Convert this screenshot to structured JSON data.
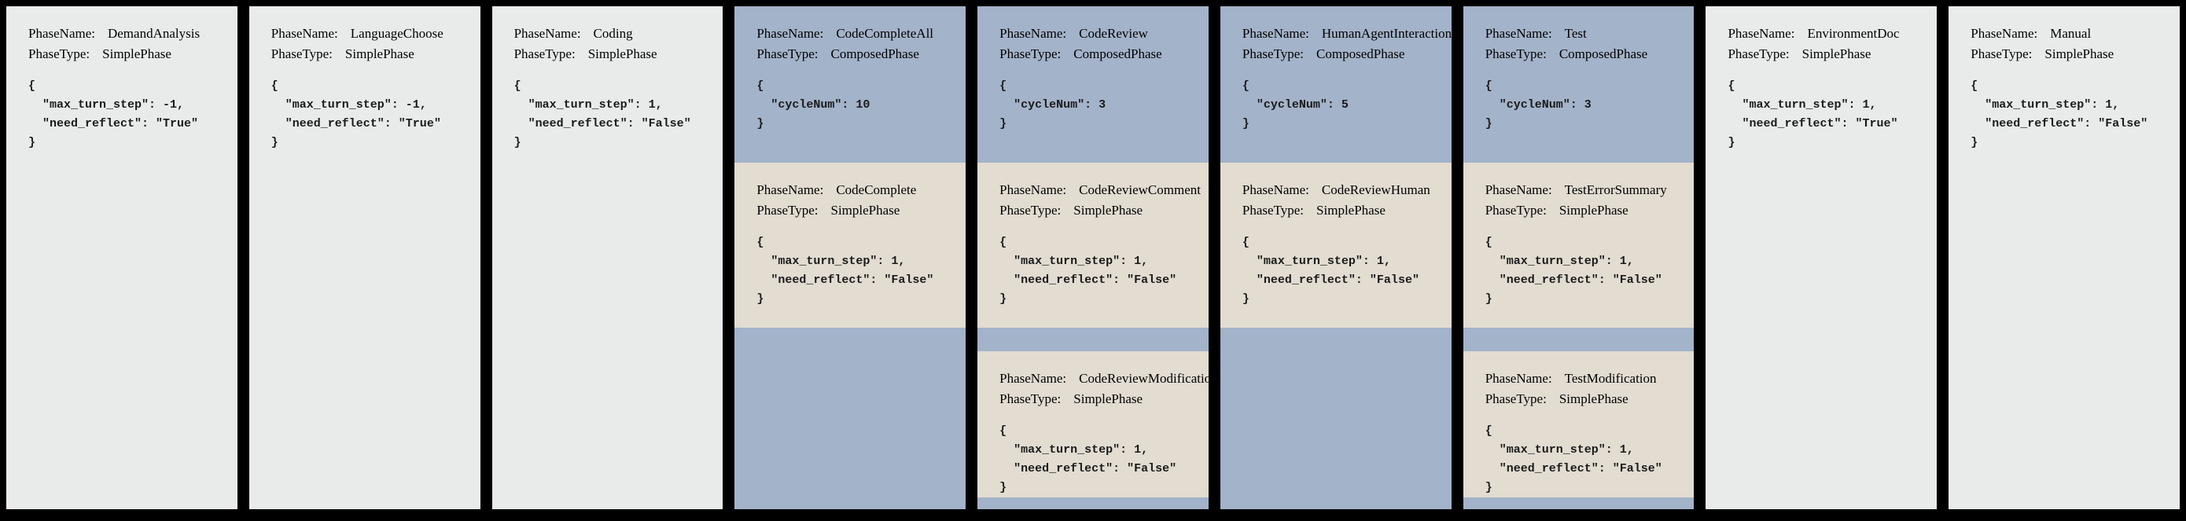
{
  "labels": {
    "phase_name": "PhaseName:",
    "phase_type": "PhaseType:"
  },
  "colors": {
    "background": "#000000",
    "simple_phase": "#e9ebeb",
    "composed_phase": "#a3b3c9",
    "inner_phase": "#e2dcd1"
  },
  "columns": [
    {
      "id": "demand-analysis",
      "kind": "simple",
      "sections": [
        {
          "phase_name": "DemandAnalysis",
          "phase_type": "SimplePhase",
          "config": "{\n  \"max_turn_step\": -1,\n  \"need_reflect\": \"True\"\n}"
        }
      ]
    },
    {
      "id": "language-choose",
      "kind": "simple",
      "sections": [
        {
          "phase_name": "LanguageChoose",
          "phase_type": "SimplePhase",
          "config": "{\n  \"max_turn_step\": -1,\n  \"need_reflect\": \"True\"\n}"
        }
      ]
    },
    {
      "id": "coding",
      "kind": "simple",
      "sections": [
        {
          "phase_name": "Coding",
          "phase_type": "SimplePhase",
          "config": "{\n  \"max_turn_step\": 1,\n  \"need_reflect\": \"False\"\n}"
        }
      ]
    },
    {
      "id": "code-complete-all",
      "kind": "composed",
      "sections": [
        {
          "phase_name": "CodeCompleteAll",
          "phase_type": "ComposedPhase",
          "config": "{\n  \"cycleNum\": 10\n}"
        },
        {
          "phase_name": "CodeComplete",
          "phase_type": "SimplePhase",
          "config": "{\n  \"max_turn_step\": 1,\n  \"need_reflect\": \"False\"\n}"
        }
      ]
    },
    {
      "id": "code-review",
      "kind": "composed",
      "sections": [
        {
          "phase_name": "CodeReview",
          "phase_type": "ComposedPhase",
          "config": "{\n  \"cycleNum\": 3\n}"
        },
        {
          "phase_name": "CodeReviewComment",
          "phase_type": "SimplePhase",
          "config": "{\n  \"max_turn_step\": 1,\n  \"need_reflect\": \"False\"\n}"
        },
        {
          "phase_name": "CodeReviewModification",
          "phase_type": "SimplePhase",
          "config": "{\n  \"max_turn_step\": 1,\n  \"need_reflect\": \"False\"\n}"
        }
      ]
    },
    {
      "id": "human-agent-interaction",
      "kind": "composed",
      "sections": [
        {
          "phase_name": "HumanAgentInteraction",
          "phase_type": "ComposedPhase",
          "config": "{\n  \"cycleNum\": 5\n}"
        },
        {
          "phase_name": "CodeReviewHuman",
          "phase_type": "SimplePhase",
          "config": "{\n  \"max_turn_step\": 1,\n  \"need_reflect\": \"False\"\n}"
        }
      ]
    },
    {
      "id": "test",
      "kind": "composed",
      "sections": [
        {
          "phase_name": "Test",
          "phase_type": "ComposedPhase",
          "config": "{\n  \"cycleNum\": 3\n}"
        },
        {
          "phase_name": "TestErrorSummary",
          "phase_type": "SimplePhase",
          "config": "{\n  \"max_turn_step\": 1,\n  \"need_reflect\": \"False\"\n}"
        },
        {
          "phase_name": "TestModification",
          "phase_type": "SimplePhase",
          "config": "{\n  \"max_turn_step\": 1,\n  \"need_reflect\": \"False\"\n}"
        }
      ]
    },
    {
      "id": "environment-doc",
      "kind": "simple",
      "sections": [
        {
          "phase_name": "EnvironmentDoc",
          "phase_type": "SimplePhase",
          "config": "{\n  \"max_turn_step\": 1,\n  \"need_reflect\": \"True\"\n}"
        }
      ]
    },
    {
      "id": "manual",
      "kind": "simple",
      "sections": [
        {
          "phase_name": "Manual",
          "phase_type": "SimplePhase",
          "config": "{\n  \"max_turn_step\": 1,\n  \"need_reflect\": \"False\"\n}"
        }
      ]
    }
  ]
}
